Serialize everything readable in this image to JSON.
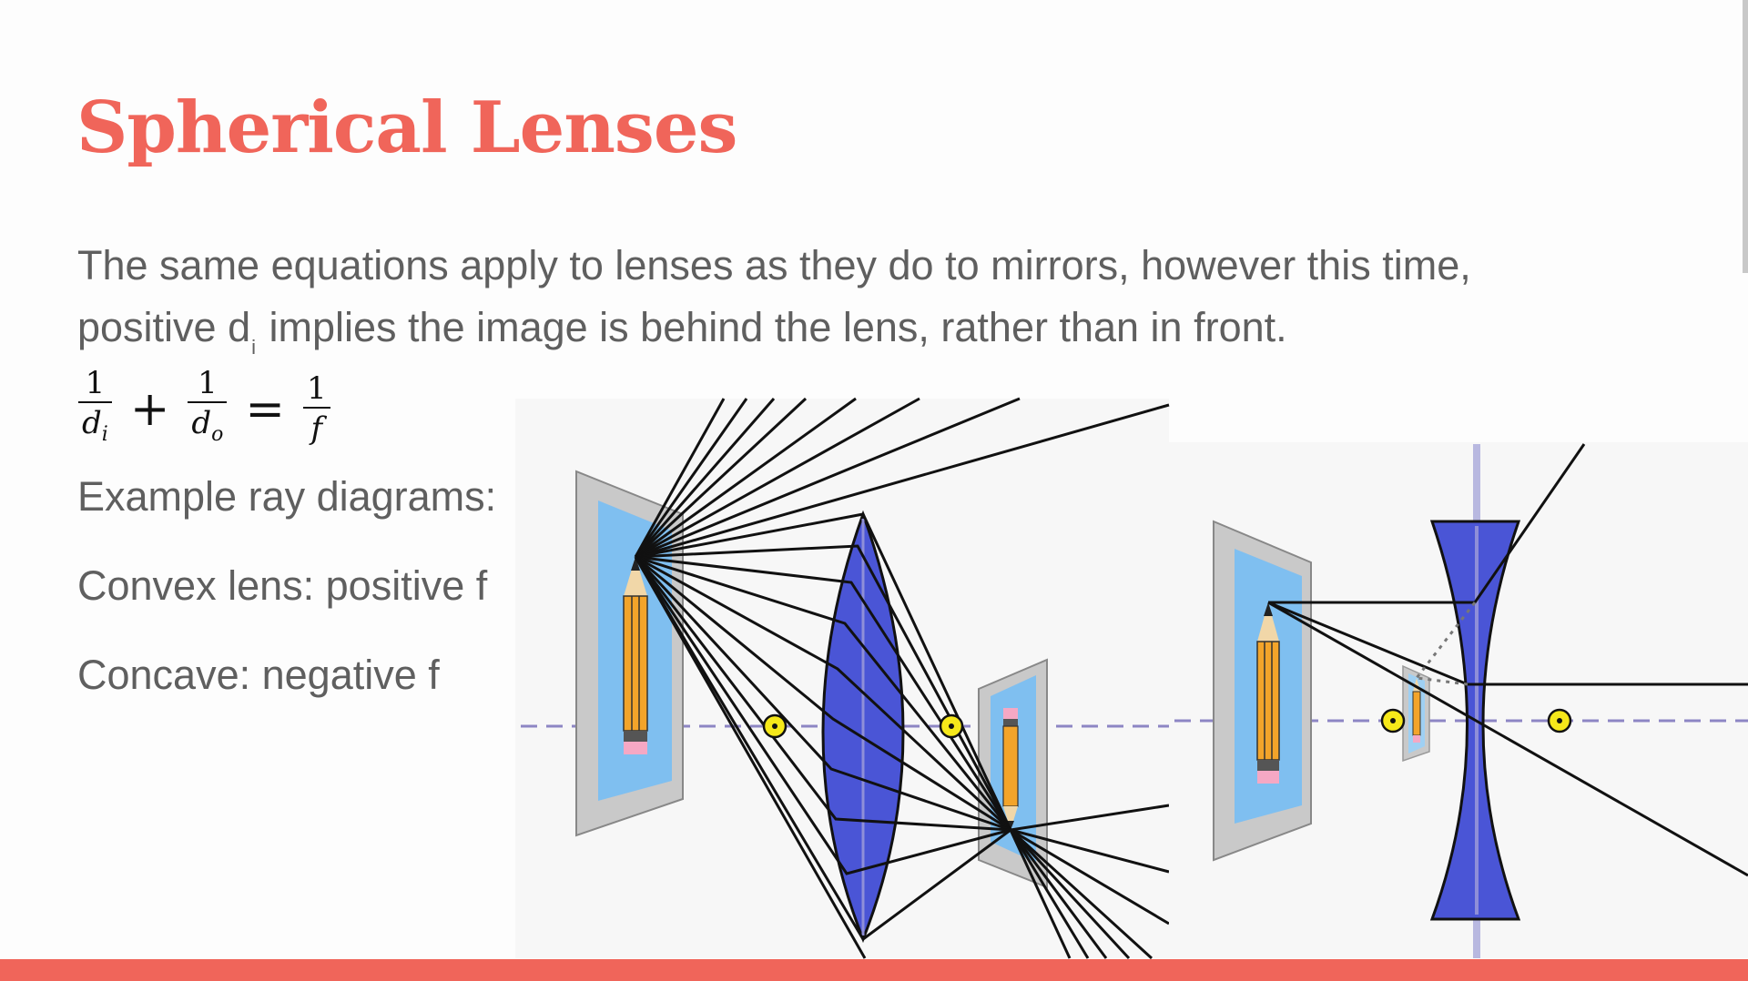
{
  "slide": {
    "title": "Spherical Lenses",
    "paragraph": {
      "line1": "The same equations apply to lenses as they  do to mirrors, however this time,",
      "line2_before": "positive d",
      "line2_sub": "i",
      "line2_after": " implies the image is behind the lens, rather than in front."
    },
    "equation": {
      "term1_num": "1",
      "term1_den": "d",
      "term1_sub": "i",
      "plus": "+",
      "term2_num": "1",
      "term2_den": "d",
      "term2_sub": "o",
      "equals": "=",
      "term3_num": "1",
      "term3_den": "f"
    },
    "bullets": [
      "Example ray diagrams:",
      "Convex lens: positive f",
      "Concave: negative f"
    ]
  },
  "diagrams": {
    "convex": {
      "lens_type": "convex",
      "icons": [
        "picture-frame-icon",
        "pencil-icon",
        "focal-point-icon"
      ]
    },
    "concave": {
      "lens_type": "concave",
      "icons": [
        "picture-frame-icon",
        "pencil-icon",
        "focal-point-icon"
      ]
    }
  },
  "colors": {
    "accent": "#f0655a",
    "text": "#5f5f5f",
    "lens_fill": "#4a55d6",
    "frame_glass": "#7fbff0",
    "focal_point": "#f6e81a",
    "axis": "#8d86c4"
  }
}
